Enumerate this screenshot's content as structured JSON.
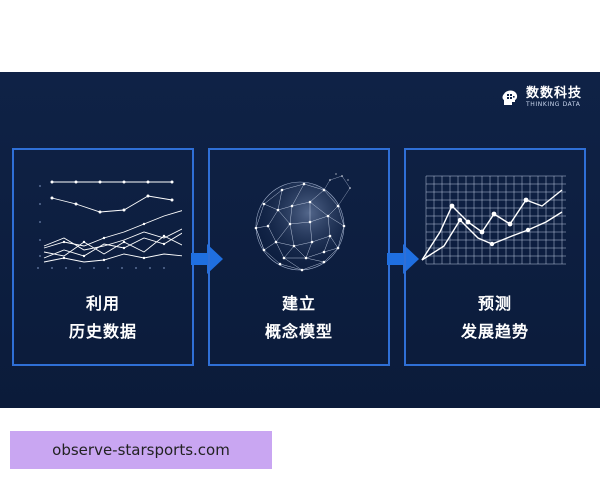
{
  "brand": {
    "name_cn": "数数科技",
    "name_en": "THINKING DATA",
    "logo_icon": "head-profile-icon"
  },
  "panels": [
    {
      "line1": "利用",
      "line2": "历史数据",
      "icon": "line-chart-icon"
    },
    {
      "line1": "建立",
      "line2": "概念模型",
      "icon": "network-sphere-icon"
    },
    {
      "line1": "预测",
      "line2": "发展趋势",
      "icon": "trend-chart-icon"
    }
  ],
  "arrows": [
    {
      "icon": "arrow-right-icon"
    },
    {
      "icon": "arrow-right-icon"
    }
  ],
  "url": "observe-starsports.com",
  "colors": {
    "background": "#0d1f42",
    "border": "#2f6fd6",
    "arrow": "#1f6fe0",
    "url_pill": "#c9a6f2"
  }
}
